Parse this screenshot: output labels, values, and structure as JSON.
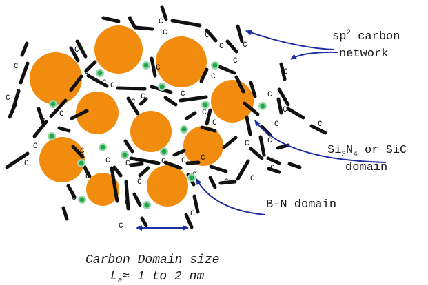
{
  "labels": {
    "sp2_line1_prefix": "sp",
    "sp2_superscript": "2",
    "sp2_line1_suffix": " carbon",
    "sp2_line2": "network",
    "si_line1_a": "Si",
    "si_sub1": "3",
    "si_line1_b": "N",
    "si_sub2": "4",
    "si_line1_c": " or SiC",
    "si_line2": "domain",
    "bn": "B-N domain",
    "size_line1": "Carbon Domain size",
    "size_L": "L",
    "size_sub": "a",
    "size_rest": "≈ 1 to 2 nm"
  },
  "carbon_symbol": "C",
  "colors": {
    "domain_fill": "#F28C0F",
    "bond": "#111111",
    "bn_dot": "#1FA84A",
    "bn_halo": "#9AD6A8",
    "arrow": "#1C2FA0"
  }
}
